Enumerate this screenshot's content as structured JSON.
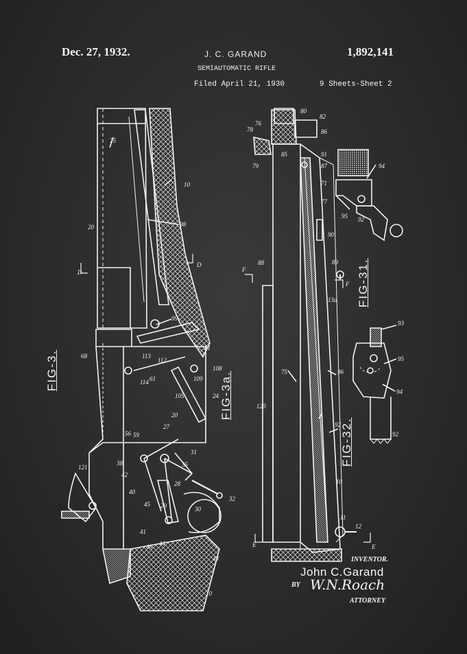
{
  "header": {
    "date": "Dec. 27, 1932.",
    "inventor_name": "J. C. GARAND",
    "patent_number": "1,892,141",
    "title": "SEMIAUTOMATIC RIFLE",
    "filed": "Filed April 21, 1930",
    "sheets": "9 Sheets-Sheet  2"
  },
  "figures": {
    "fig3": "FIG-3.",
    "fig3a": "FIG-3a.",
    "fig31": "FIG-31.",
    "fig32": "FIG-32."
  },
  "signature": {
    "inventor_label": "INVENTOR.",
    "inventor_signature": "John C.Garand",
    "by_label": "BY",
    "attorney_signature": "W.N.Roach",
    "attorney_label": "ATTORNEY"
  },
  "reference_numerals": {
    "fig3": [
      "75",
      "10",
      "20",
      "98",
      "99",
      "68",
      "113",
      "112",
      "114",
      "61",
      "21",
      "108",
      "109",
      "105",
      "24",
      "20",
      "27",
      "56",
      "59",
      "121",
      "38",
      "42",
      "40",
      "31",
      "35",
      "28",
      "29",
      "32",
      "30",
      "45",
      "41",
      "46",
      "44",
      "43",
      "10"
    ],
    "fig3a": [
      "80",
      "82",
      "76",
      "78",
      "86",
      "85",
      "91",
      "79",
      "87",
      "71",
      "77",
      "90",
      "88",
      "89",
      "13a",
      "75",
      "96",
      "120",
      "92",
      "10",
      "11",
      "12"
    ],
    "fig31": [
      "94",
      "95",
      "92"
    ],
    "fig32": [
      "93",
      "95",
      "94",
      "92"
    ],
    "section_marks": [
      "D",
      "D",
      "F",
      "F",
      "E",
      "E"
    ]
  }
}
